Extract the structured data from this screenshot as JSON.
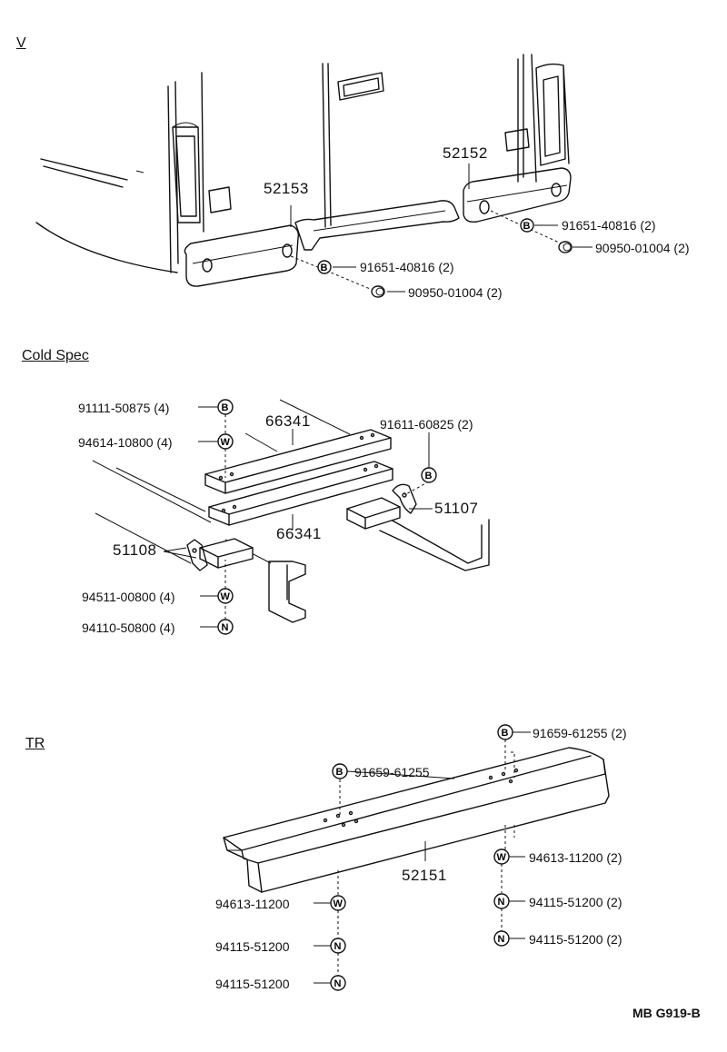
{
  "sections": {
    "v": "V",
    "cold_spec": "Cold Spec",
    "tr": "TR"
  },
  "symbols": {
    "bolt": "B",
    "washer": "W",
    "nut": "N"
  },
  "v_section": {
    "part_52153": "52153",
    "part_52152": "52152",
    "bolt_right": "91651-40816 (2)",
    "clip_right": "90950-01004 (2)",
    "bolt_left": "91651-40816 (2)",
    "clip_left": "90950-01004 (2)"
  },
  "cold_section": {
    "bolt": "91111-50875 (4)",
    "washer": "94614-10800 (4)",
    "plate_top": "66341",
    "plate_bottom": "66341",
    "bolt_right": "91611-60825 (2)",
    "bracket_right": "51107",
    "bracket_left": "51108",
    "washer_lower": "94511-00800 (4)",
    "nut_lower": "94110-50800 (4)"
  },
  "tr_section": {
    "bolt_right": "91659-61255 (2)",
    "bolt_center": "91659-61255",
    "bumper": "52151",
    "washer_right": "94613-11200 (2)",
    "nut_right_1": "94115-51200 (2)",
    "nut_right_2": "94115-51200 (2)",
    "washer_left": "94613-11200",
    "nut_left_1": "94115-51200",
    "nut_left_2": "94115-51200"
  },
  "drawing_ref": "MB G919-B"
}
